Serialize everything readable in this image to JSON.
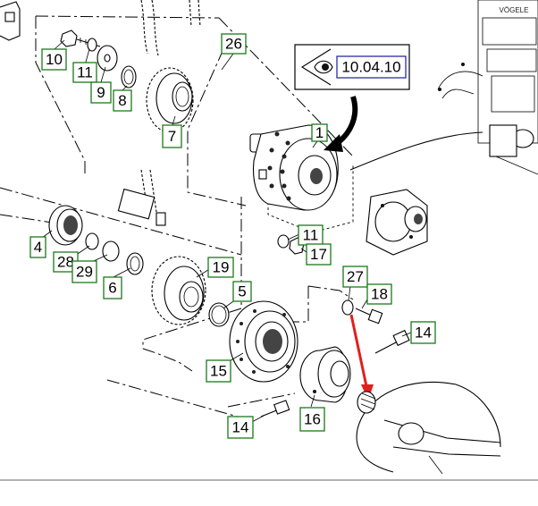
{
  "diagram": {
    "reference_code": "10.04.10",
    "callouts": [
      {
        "id": "c1",
        "label": "1"
      },
      {
        "id": "c4",
        "label": "4"
      },
      {
        "id": "c5",
        "label": "5"
      },
      {
        "id": "c6",
        "label": "6"
      },
      {
        "id": "c7",
        "label": "7"
      },
      {
        "id": "c8",
        "label": "8"
      },
      {
        "id": "c9",
        "label": "9"
      },
      {
        "id": "c10",
        "label": "10"
      },
      {
        "id": "c11a",
        "label": "11"
      },
      {
        "id": "c11b",
        "label": "11"
      },
      {
        "id": "c14a",
        "label": "14"
      },
      {
        "id": "c14b",
        "label": "14"
      },
      {
        "id": "c15",
        "label": "15"
      },
      {
        "id": "c16",
        "label": "16"
      },
      {
        "id": "c17",
        "label": "17"
      },
      {
        "id": "c18",
        "label": "18"
      },
      {
        "id": "c19",
        "label": "19"
      },
      {
        "id": "c26",
        "label": "26"
      },
      {
        "id": "c27",
        "label": "27"
      },
      {
        "id": "c28",
        "label": "28"
      },
      {
        "id": "c29",
        "label": "29"
      }
    ],
    "colors": {
      "callout_border": "#1a7a1a",
      "reference_border": "#1a1aa0",
      "highlight_arrow": "#e0201a",
      "line": "#000000"
    }
  }
}
